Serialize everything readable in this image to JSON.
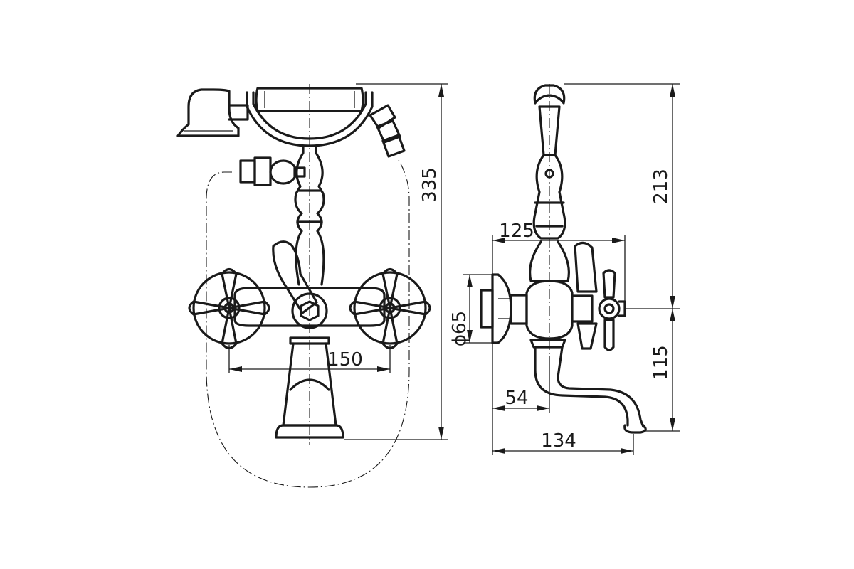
{
  "dimensions": {
    "height_total": "335",
    "handle_spacing": "150",
    "side_height": "213",
    "spout_height": "115",
    "wall_to_axis": "125",
    "flange_diameter": "ϕ65",
    "offset": "54",
    "spout_reach": "134"
  }
}
